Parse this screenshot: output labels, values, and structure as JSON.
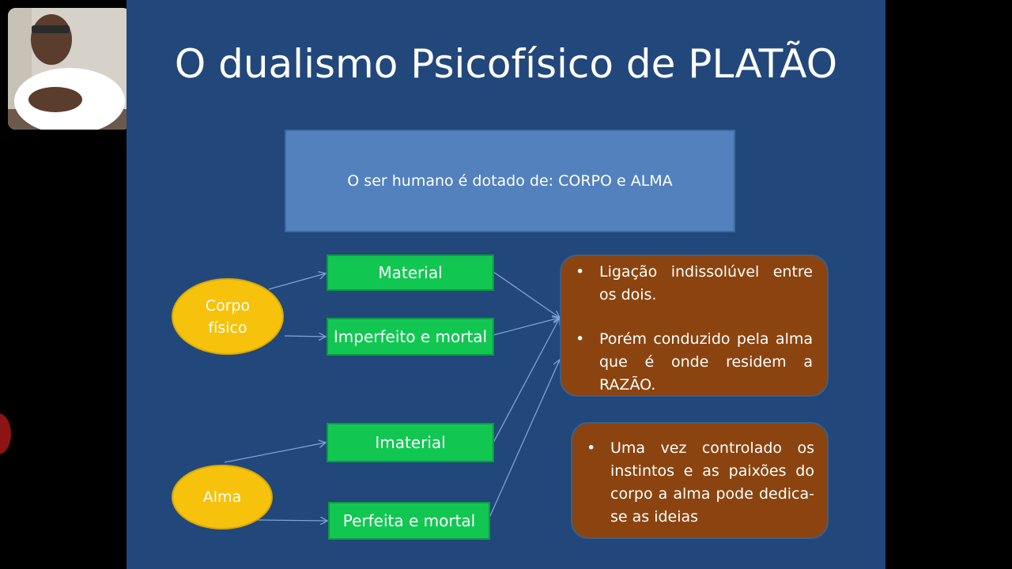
{
  "slide": {
    "title": "O dualismo Psicofísico de PLATÃO",
    "top_box": "O ser humano é dotado de: CORPO e ALMA",
    "ellipses": {
      "corpo": "Corpo físico",
      "alma": "Alma"
    },
    "boxes": {
      "material": "Material",
      "imperfeito": "Imperfeito e mortal",
      "imaterial": "Imaterial",
      "perfeita": "Perfeita e mortal"
    },
    "brown_box_1": {
      "bullets": [
        "Ligação indissolúvel entre os dois.",
        "Porém conduzido pela alma que é onde residem a RAZÃO."
      ]
    },
    "brown_box_2": {
      "bullets": [
        "Uma vez controlado os instintos e as paixões do corpo a alma pode dedica-se as ideias"
      ]
    }
  },
  "colors": {
    "slide_background": "#22477a",
    "top_box": "#5281bd",
    "green_box": "#11c752",
    "ellipse": "#f6c20c",
    "brown_box": "#8b4410"
  }
}
